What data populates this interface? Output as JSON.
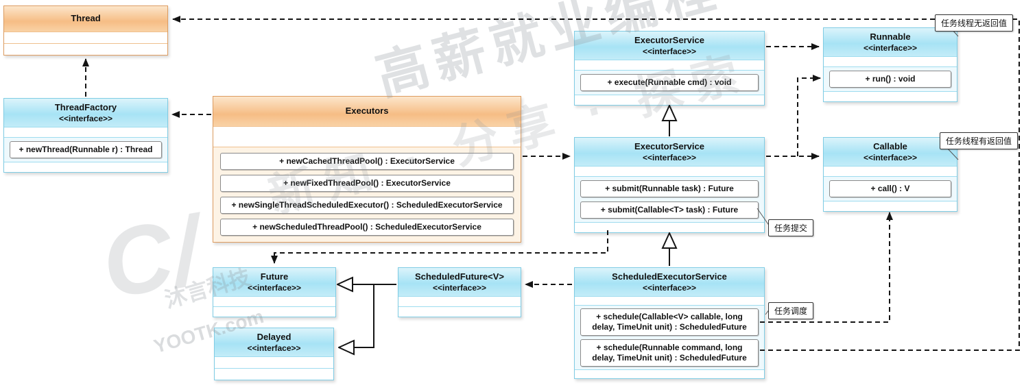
{
  "classes": {
    "thread": {
      "name": "Thread"
    },
    "threadFactory": {
      "name": "ThreadFactory",
      "stereotype": "<<interface>>",
      "methods": [
        "+ newThread(Runnable r) : Thread"
      ]
    },
    "executors": {
      "name": "Executors",
      "methods": [
        "+ newCachedThreadPool() : ExecutorService",
        "+ newFixedThreadPool() : ExecutorService",
        "+ newSingleThreadScheduledExecutor() : ScheduledExecutorService",
        "+ newScheduledThreadPool() : ScheduledExecutorService"
      ]
    },
    "executorServiceTop": {
      "name": "ExecutorService",
      "stereotype": "<<interface>>",
      "methods": [
        "+ execute(Runnable cmd) : void"
      ]
    },
    "runnable": {
      "name": "Runnable",
      "stereotype": "<<interface>>",
      "methods": [
        "+ run() : void"
      ]
    },
    "executorServiceMid": {
      "name": "ExecutorService",
      "stereotype": "<<interface>>",
      "methods": [
        "+ submit(Runnable task) : Future",
        "+ submit(Callable<T> task) : Future"
      ]
    },
    "callable": {
      "name": "Callable",
      "stereotype": "<<interface>>",
      "methods": [
        "+ call() : V"
      ]
    },
    "scheduledExecutorService": {
      "name": "ScheduledExecutorService",
      "stereotype": "<<interface>>",
      "methods": [
        "+ schedule(Callable<V> callable, long delay, TimeUnit unit) : ScheduledFuture",
        "+ schedule(Runnable command, long delay, TimeUnit unit) : ScheduledFuture"
      ]
    },
    "future": {
      "name": "Future",
      "stereotype": "<<interface>>"
    },
    "scheduledFuture": {
      "name": "ScheduledFuture<V>",
      "stereotype": "<<interface>>"
    },
    "delayed": {
      "name": "Delayed",
      "stereotype": "<<interface>>"
    }
  },
  "callouts": {
    "runnableNote": "任务线程无返回值",
    "callableNote": "任务线程有返回值",
    "submitNote": "任务提交",
    "scheduleNote": "任务调度"
  },
  "watermark": {
    "line1": "高薪就业编程",
    "line2": "新知 · 分享 · 探索",
    "brand": "沐言科技",
    "site": "YOOTK.com",
    "logo": "C/"
  },
  "colors": {
    "classHeaderOrange": "#f6bd85",
    "classHeaderBlue": "#a7e3f5",
    "borderOrange": "#dd9c60",
    "borderBlue": "#7fcce4",
    "arrow": "#141414"
  }
}
